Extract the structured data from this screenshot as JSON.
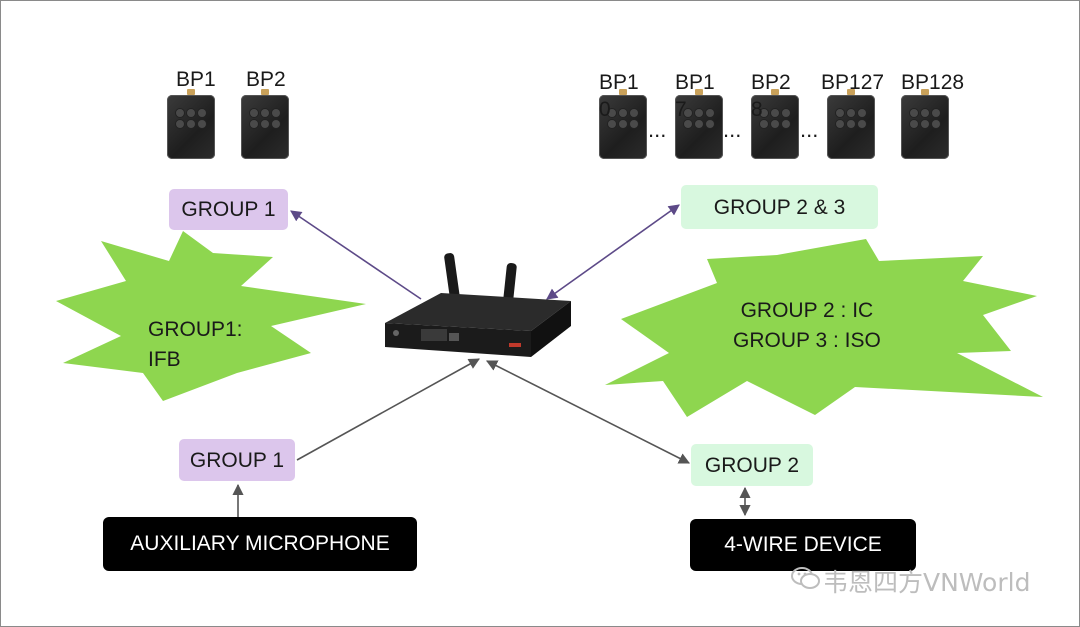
{
  "beltpacks_left": [
    "BP1",
    "BP2"
  ],
  "beltpacks_right": [
    "BP1\n0",
    "BP1\n7",
    "BP2\n8",
    "BP127",
    "BP128"
  ],
  "ellipsis": "...",
  "groups": {
    "top_left": "GROUP 1",
    "top_right": "GROUP 2 & 3",
    "bottom_left": "GROUP 1",
    "bottom_right": "GROUP 2"
  },
  "bursts": {
    "left": [
      "GROUP1:",
      "IFB"
    ],
    "right": [
      "GROUP 2 : IC",
      "GROUP 3 : ISO"
    ]
  },
  "devices": {
    "left": "AUXILIARY MICROPHONE",
    "right": "4-WIRE DEVICE"
  },
  "colors": {
    "group1": "#dcc6ec",
    "group2": "#d8f8df",
    "burst": "#8ed64f",
    "arrow_purple": "#5d4a88",
    "arrow_gray": "#555555",
    "device_bg": "#000000"
  },
  "watermark": "韦恩四方VNWorld"
}
